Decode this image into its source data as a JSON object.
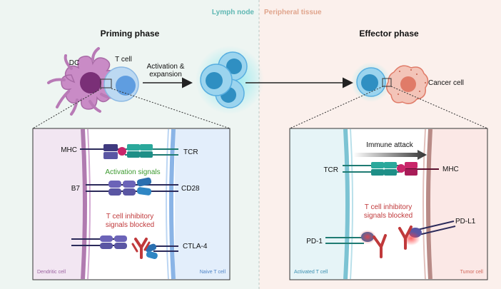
{
  "regions": {
    "left": "Lymph node",
    "right": "Peripheral tissue"
  },
  "phases": {
    "left": "Priming phase",
    "right": "Effector phase"
  },
  "cells": {
    "dc": "DC",
    "tcell": "T cell",
    "activation": [
      "Activation &",
      "expansion"
    ],
    "cancer": "Cancer cell"
  },
  "left_inset": {
    "mhc": "MHC",
    "tcr": "TCR",
    "activation_signals": "Activation signals",
    "b7": "B7",
    "cd28": "CD28",
    "inhibitory": [
      "T cell inhibitory",
      "signals blocked"
    ],
    "ctla4": "CTLA-4",
    "dendritic_cell": "Dendritic cell",
    "naive_tcell": "Naive T cell"
  },
  "right_inset": {
    "immune_attack": "Immune attack",
    "tcr": "TCR",
    "mhc": "MHC",
    "inhibitory": [
      "T cell inhibitory",
      "signals blocked"
    ],
    "pd1": "PD-1",
    "pdl1": "PD-L1",
    "activated_tcell": "Activated T cell",
    "tumor_cell": "Tumor cell"
  },
  "colors": {
    "lymph_bg": "#eef5f2",
    "tissue_bg": "#fbf0ec",
    "lymph_title": "#5fb7b3",
    "tissue_title": "#e0a48c",
    "dc": "#b86fb3",
    "tcell": "#5a97d8",
    "activated": "#2f8fc2",
    "cancer": "#e07b68",
    "green": "#3c9a2f",
    "red": "#c0393b",
    "teal": "#2aa89b",
    "indigo": "#5a56a3"
  }
}
